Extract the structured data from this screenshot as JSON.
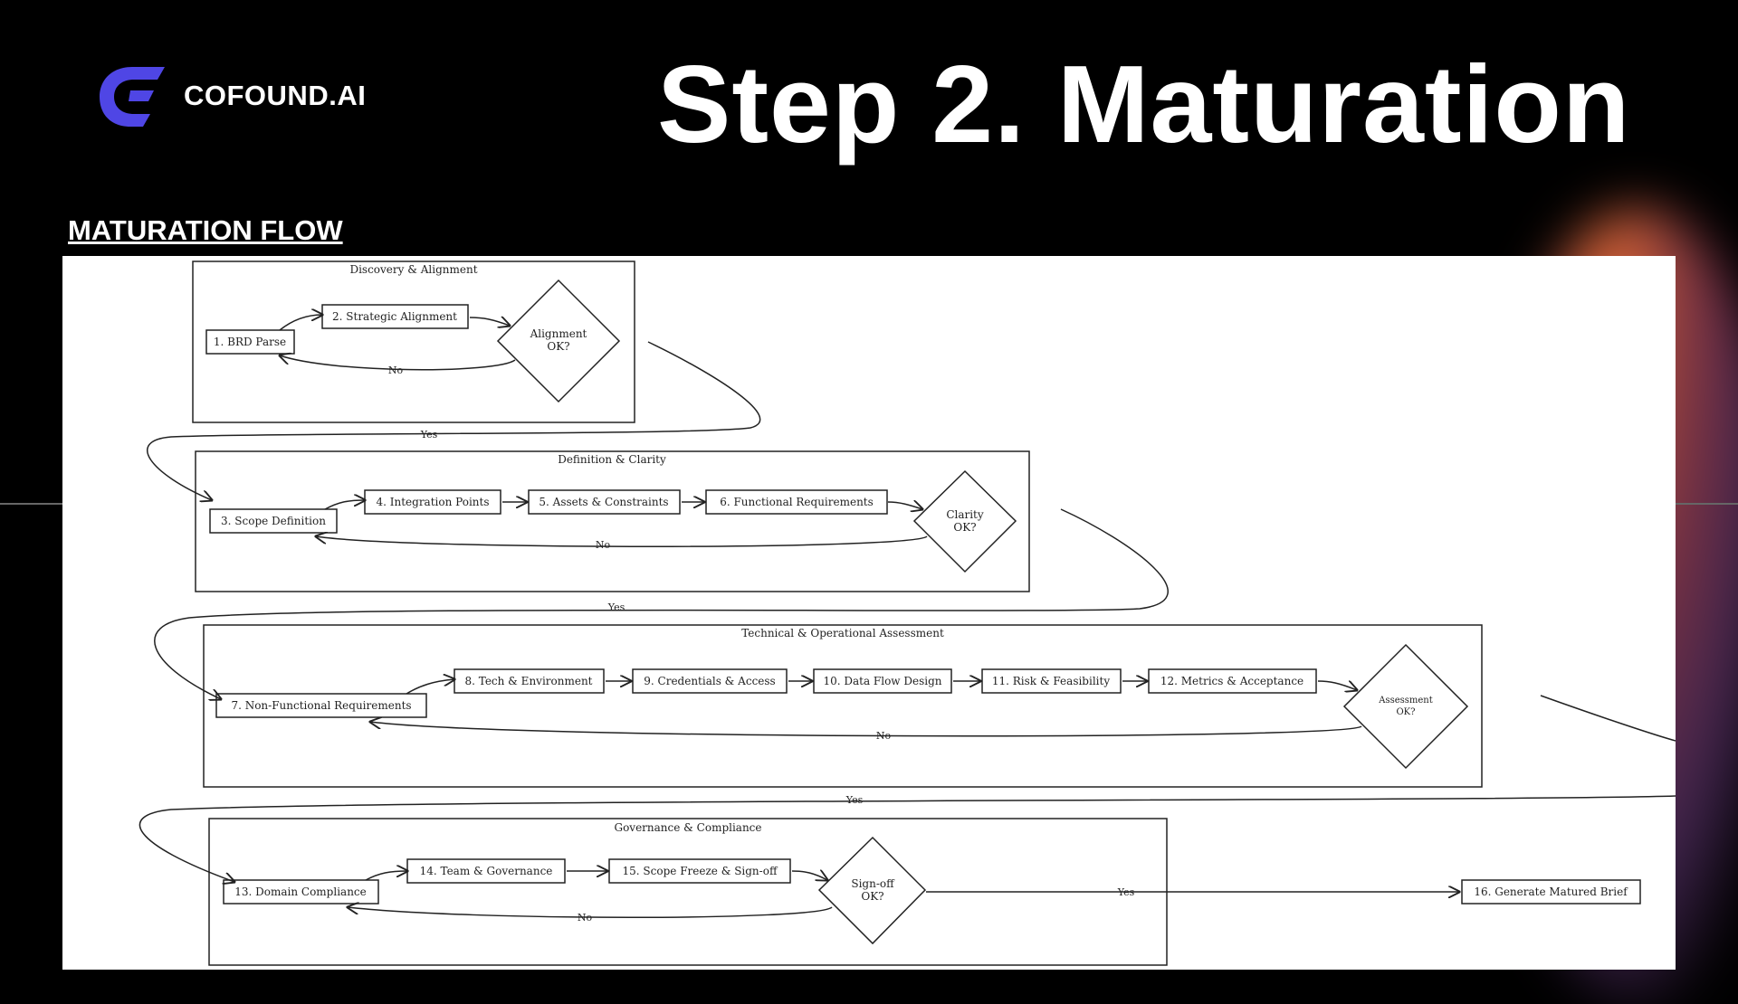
{
  "header": {
    "brand": "COFOUND.AI",
    "title": "Step 2. Maturation",
    "section_label": "MATURATION FLOW"
  },
  "colors": {
    "background": "#000000",
    "logo_accent": "#4F46E5",
    "canvas": "#FFFFFF",
    "glow": "#FF7A3C"
  },
  "diagram": {
    "groups": [
      {
        "title": "Discovery & Alignment",
        "steps": [
          "1. BRD Parse",
          "2. Strategic Alignment"
        ],
        "decision": [
          "Alignment",
          "OK?"
        ],
        "no_label": "No",
        "yes_label": "Yes"
      },
      {
        "title": "Definition & Clarity",
        "steps": [
          "3. Scope Definition",
          "4. Integration Points",
          "5. Assets & Constraints",
          "6. Functional Requirements"
        ],
        "decision": [
          "Clarity",
          "OK?"
        ],
        "no_label": "No",
        "yes_label": "Yes"
      },
      {
        "title": "Technical & Operational Assessment",
        "steps": [
          "7. Non-Functional Requirements",
          "8. Tech & Environment",
          "9. Credentials & Access",
          "10. Data Flow Design",
          "11. Risk & Feasibility",
          "12. Metrics & Acceptance"
        ],
        "decision": [
          "Assessment",
          "OK?"
        ],
        "no_label": "No",
        "yes_label": "Yes"
      },
      {
        "title": "Governance & Compliance",
        "steps": [
          "13. Domain Compliance",
          "14. Team & Governance",
          "15. Scope Freeze & Sign-off"
        ],
        "decision": [
          "Sign-off",
          "OK?"
        ],
        "no_label": "No",
        "yes_label": "Yes"
      }
    ],
    "final_step": "16. Generate Matured Brief"
  }
}
